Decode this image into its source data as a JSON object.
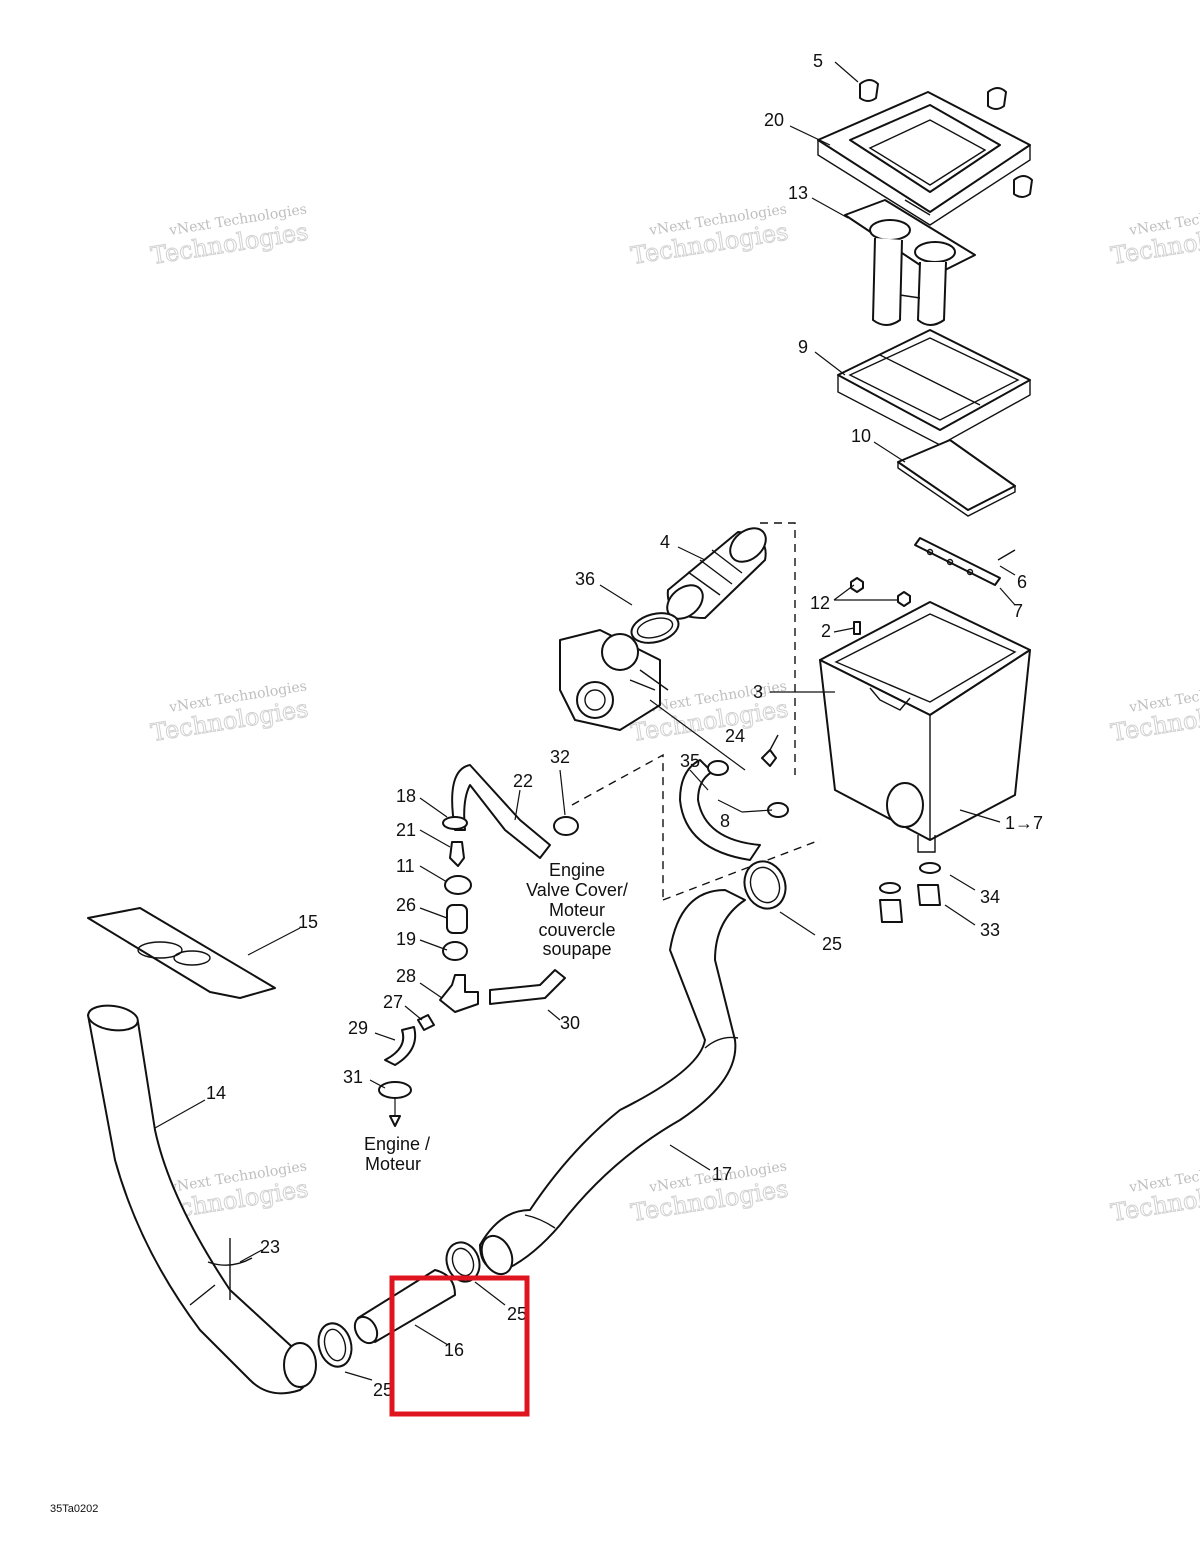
{
  "diagram": {
    "callouts": [
      {
        "id": "c5",
        "text": "5"
      },
      {
        "id": "c20",
        "text": "20"
      },
      {
        "id": "c13",
        "text": "13"
      },
      {
        "id": "c9",
        "text": "9"
      },
      {
        "id": "c10",
        "text": "10"
      },
      {
        "id": "c4",
        "text": "4"
      },
      {
        "id": "c36",
        "text": "36"
      },
      {
        "id": "c6",
        "text": "6"
      },
      {
        "id": "c7",
        "text": "7"
      },
      {
        "id": "c12",
        "text": "12"
      },
      {
        "id": "c2",
        "text": "2"
      },
      {
        "id": "c3",
        "text": "3"
      },
      {
        "id": "c24",
        "text": "24"
      },
      {
        "id": "c32",
        "text": "32"
      },
      {
        "id": "c35",
        "text": "35"
      },
      {
        "id": "c22",
        "text": "22"
      },
      {
        "id": "c18",
        "text": "18"
      },
      {
        "id": "c21",
        "text": "21"
      },
      {
        "id": "c8",
        "text": "8"
      },
      {
        "id": "c1to7",
        "text": "1→7"
      },
      {
        "id": "c11",
        "text": "11"
      },
      {
        "id": "c26",
        "text": "26"
      },
      {
        "id": "c34",
        "text": "34"
      },
      {
        "id": "c15",
        "text": "15"
      },
      {
        "id": "c33",
        "text": "33"
      },
      {
        "id": "c25a",
        "text": "25"
      },
      {
        "id": "c19",
        "text": "19"
      },
      {
        "id": "c28",
        "text": "28"
      },
      {
        "id": "c27",
        "text": "27"
      },
      {
        "id": "c30",
        "text": "30"
      },
      {
        "id": "c29",
        "text": "29"
      },
      {
        "id": "c31",
        "text": "31"
      },
      {
        "id": "c14",
        "text": "14"
      },
      {
        "id": "c17",
        "text": "17"
      },
      {
        "id": "c23",
        "text": "23"
      },
      {
        "id": "c25b",
        "text": "25"
      },
      {
        "id": "c16",
        "text": "16"
      },
      {
        "id": "c25c",
        "text": "25"
      }
    ],
    "note_valve_cover": [
      "Engine",
      "Valve Cover/",
      "Moteur",
      "couvercle",
      "soupape"
    ],
    "note_engine": [
      "Engine /",
      "Moteur"
    ],
    "drawing_code": "35Ta0202",
    "watermark": {
      "line1": "vNext Technologies",
      "line2": "Technologies"
    },
    "highlight_color": "#e0141e"
  }
}
